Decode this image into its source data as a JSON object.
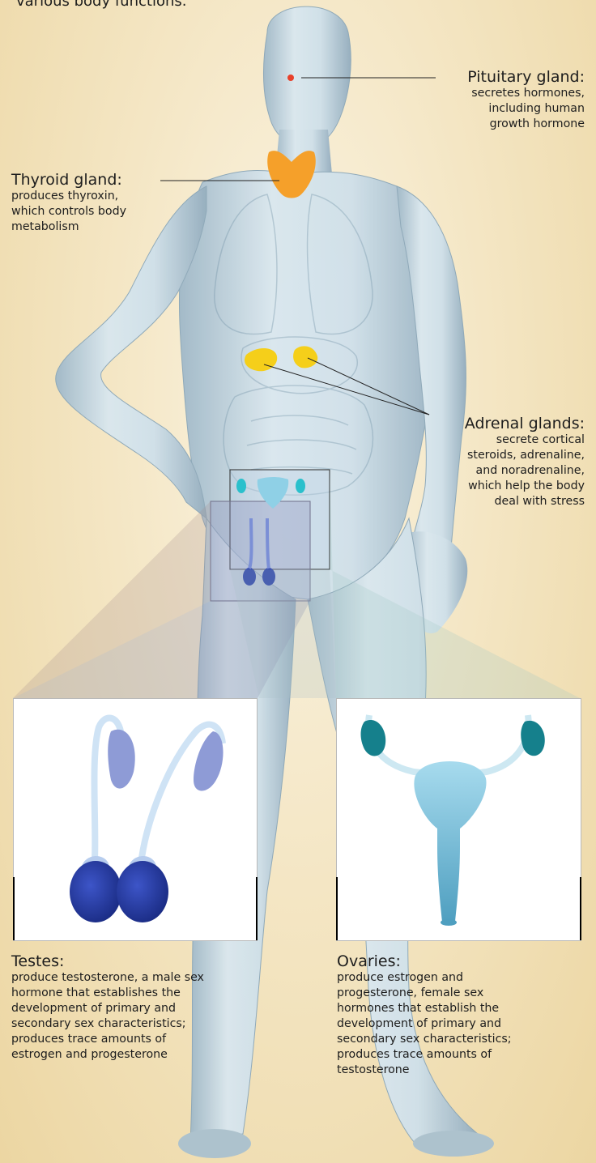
{
  "intro": "various body functions.",
  "labels": {
    "pituitary": {
      "title": "Pituitary gland:",
      "lines": [
        "secretes hormones,",
        "including human",
        "growth hormone"
      ]
    },
    "thyroid": {
      "title": "Thyroid gland:",
      "lines": [
        "produces thyroxin,",
        "which controls body",
        "metabolism"
      ]
    },
    "adrenal": {
      "title": "Adrenal glands:",
      "lines": [
        "secrete cortical",
        "steroids, adrenaline,",
        "and noradrenaline,",
        "which help the body",
        "deal with stress"
      ]
    },
    "testes": {
      "title": "Testes:",
      "lines": [
        "produce testosterone, a male sex",
        "hormone that establishes the",
        "development of primary and",
        "secondary sex characteristics;",
        "produces trace amounts of",
        "estrogen and progesterone"
      ]
    },
    "ovaries": {
      "title": "Ovaries:",
      "lines": [
        "produce estrogen and",
        "progesterone, female sex",
        "hormones that establish the",
        "development of primary and",
        "secondary sex characteristics;",
        "produces trace amounts of",
        "testosterone"
      ]
    }
  },
  "colors": {
    "body": "#c9dbe6",
    "thyroid": "#f5a02a",
    "adrenal": "#f5cf1a",
    "pituitary": "#e8402a",
    "testes": "#2a3fa8",
    "ovaries": "#15808c"
  }
}
